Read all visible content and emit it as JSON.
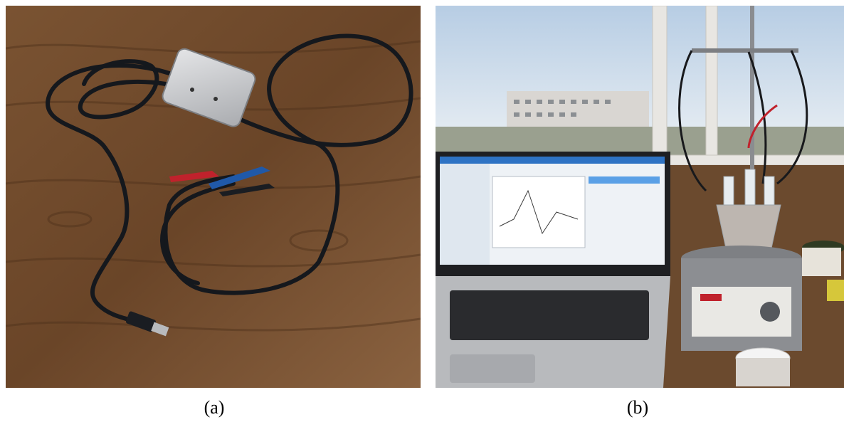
{
  "panels": [
    {
      "id": "a",
      "caption": "(a)",
      "subject": "usb-potentiostat-with-cables"
    },
    {
      "id": "b",
      "caption": "(b)",
      "subject": "laptop-and-electrochemical-cell-setup"
    }
  ],
  "colors": {
    "wood": "#6e4a2c",
    "wood_dark": "#4a3019",
    "cable": "#1a1d22",
    "device": "#c9cbce",
    "clip_red": "#c0222c",
    "clip_blue": "#2059a8",
    "sky": "#d7e3ef",
    "screen": "#eef2f6",
    "stirrer": "#8c8e92"
  }
}
